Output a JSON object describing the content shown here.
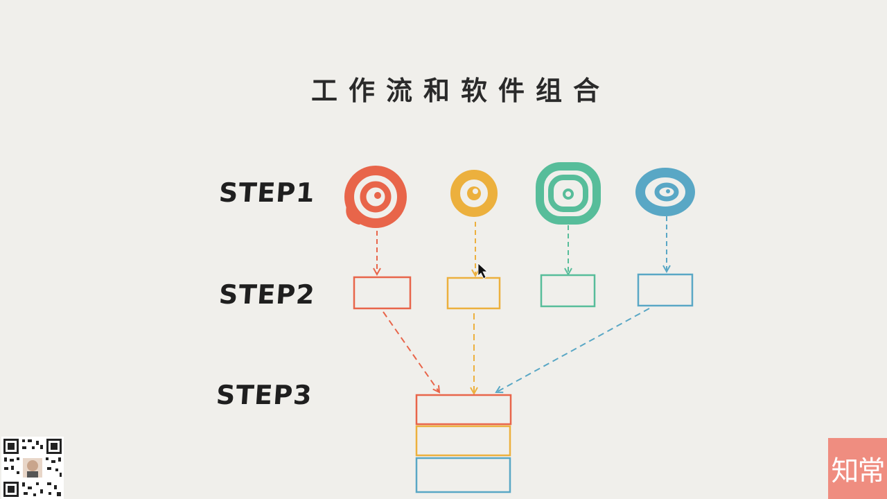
{
  "title": "工作流和软件组合",
  "steps": {
    "step1": "STEP1",
    "step2": "STEP2",
    "step3": "STEP3"
  },
  "flows": [
    {
      "color": "#e8654a",
      "name": "red"
    },
    {
      "color": "#ecb03d",
      "name": "yellow"
    },
    {
      "color": "#57bd9a",
      "name": "green"
    },
    {
      "color": "#59a7c5",
      "name": "blue"
    }
  ],
  "stack_colors": [
    "#e8654a",
    "#ecb03d",
    "#59a7c5"
  ],
  "brand": {
    "label": "知常",
    "color": "#ef8d80"
  },
  "icons": {
    "cursor": "mouse-pointer-icon",
    "qr": "qr-code-icon"
  }
}
